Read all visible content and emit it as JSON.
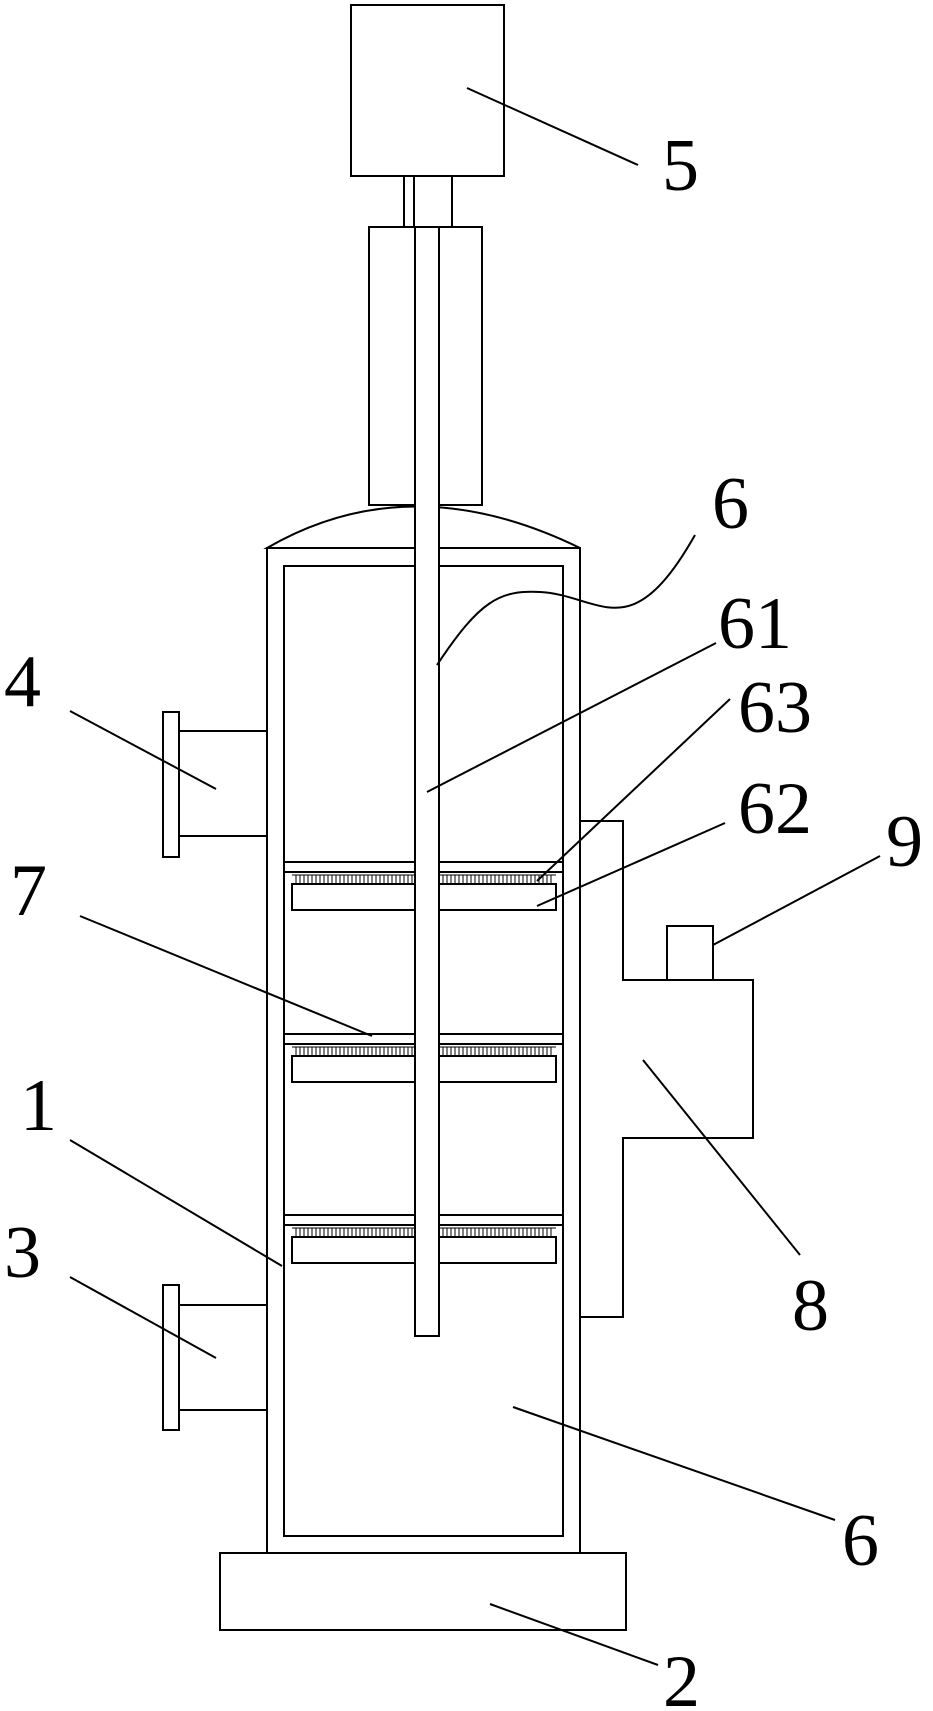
{
  "labels": {
    "l1": "1",
    "l2": "2",
    "l3": "3",
    "l4": "4",
    "l5": "5",
    "l6_top": "6",
    "l6_bottom": "6",
    "l61": "61",
    "l62": "62",
    "l63": "63",
    "l7": "7",
    "l8": "8",
    "l9": "9"
  },
  "colors": {
    "line": "#000000",
    "background": "#ffffff"
  }
}
